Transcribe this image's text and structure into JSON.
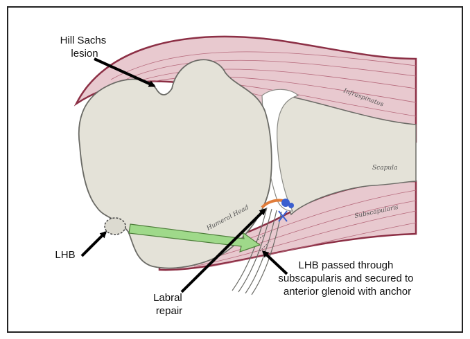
{
  "labels": {
    "hill_sachs": [
      "Hill Sachs",
      "lesion"
    ],
    "lhb": "LHB",
    "labral_repair": [
      "Labral",
      "repair"
    ],
    "lhb_passed": [
      "LHB passed through",
      "subscapularis and secured to",
      "anterior glenoid with anchor"
    ],
    "infraspinatus": "Infraspinatus",
    "scapula": "Scapula",
    "subscapularis": "Subscapularis",
    "humeral_head": "Humeral Head"
  },
  "colors": {
    "bone_fill": "#e4e2d8",
    "bone_stroke": "#6b6b66",
    "muscle_fill": "#e8c9cf",
    "muscle_stroke": "#8c2f45",
    "muscle_fiber": "#b66a7c",
    "green_arrow": "#9fd98a",
    "green_arrow_stroke": "#4d7d3a",
    "anchor_blue": "#3a5fcf",
    "anchor_orange": "#e07c3a",
    "arrow_black": "#000000",
    "frame": "#222222"
  }
}
